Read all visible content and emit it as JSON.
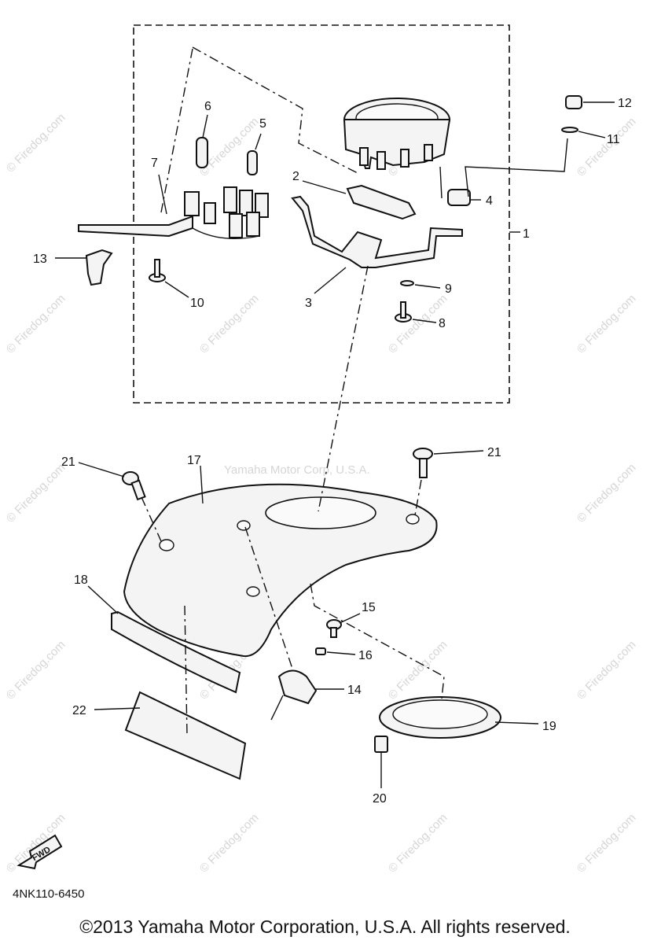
{
  "watermark": {
    "site_text": "© Firedog.com",
    "company_text": "Yamaha Motor Corp, U.S.A."
  },
  "diagram": {
    "code": "4NK110-6450",
    "fwd_label": "FWD",
    "callouts": {
      "c1": "1",
      "c2": "2",
      "c3": "3",
      "c4": "4",
      "c5": "5",
      "c6": "6",
      "c7": "7",
      "c8": "8",
      "c9": "9",
      "c10": "10",
      "c11": "11",
      "c12": "12",
      "c13": "13",
      "c14": "14",
      "c15": "15",
      "c16": "16",
      "c17": "17",
      "c18": "18",
      "c19": "19",
      "c20": "20",
      "c21a": "21",
      "c21b": "21",
      "c22": "22"
    }
  },
  "footer": {
    "copyright": "©2013 Yamaha Motor Corporation, U.S.A. All rights reserved."
  }
}
